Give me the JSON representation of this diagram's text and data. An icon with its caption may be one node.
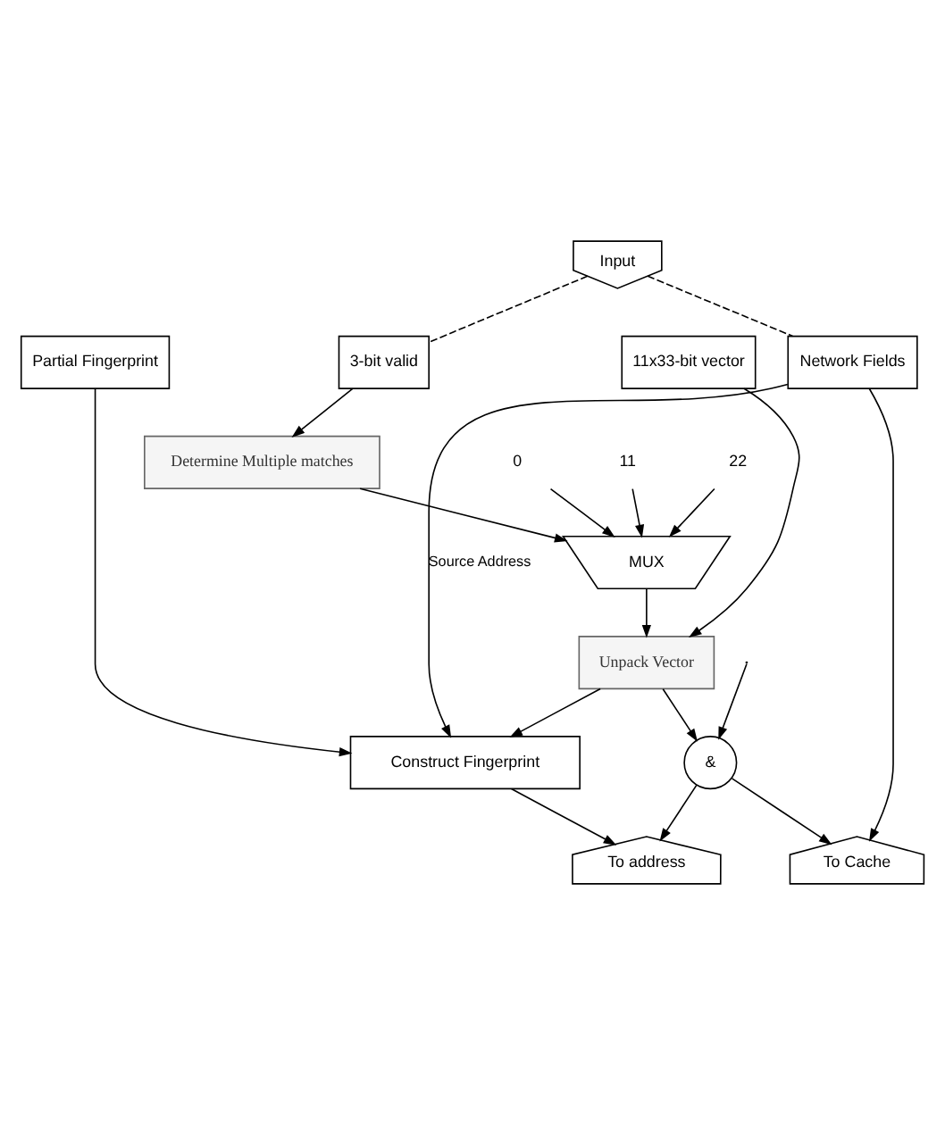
{
  "diagram": {
    "nodes": [
      {
        "text": [
          "Input"
        ]
      },
      {
        "text": [
          "Network Fields"
        ]
      },
      {
        "text": [
          "Partial Fingerprint"
        ]
      },
      {
        "text": [
          "11x33-bit vector"
        ]
      },
      {
        "text": [
          "3-bit valid"
        ]
      },
      {
        "text": [
          "Determine Multiple matches"
        ]
      },
      {
        "text": [
          "0"
        ]
      },
      {
        "text": [
          "11"
        ]
      },
      {
        "text": [
          "22"
        ]
      },
      {
        "text": [
          "MUX"
        ]
      },
      {
        "text": [
          "Unpack Vector"
        ]
      },
      {
        "text": [
          "Construct Fingerprint"
        ]
      },
      {
        "text": [
          "&"
        ]
      },
      {
        "text": [
          "To Cache"
        ]
      },
      {
        "text": [
          "To address"
        ]
      }
    ],
    "edges": [
      {
        "from": 0,
        "to": 1,
        "arrow": "none",
        "style": "dashed"
      },
      {
        "from": 0,
        "to": 4,
        "arrow": "none",
        "style": "dashed"
      },
      {
        "from": 1,
        "to": 13,
        "arrow": "to"
      },
      {
        "from": 1,
        "to": 11,
        "arrow": "to",
        "label": "Source Address"
      },
      {
        "from": 2,
        "to": 11,
        "arrow": "to"
      },
      {
        "from": 3,
        "to": 10,
        "arrow": "to"
      },
      {
        "from": 4,
        "to": 5,
        "arrow": "to"
      },
      {
        "from": 5,
        "to": 9,
        "arrow": "to"
      },
      {
        "from": 6,
        "to": 9,
        "arrow": "to"
      },
      {
        "from": 7,
        "to": 9,
        "arrow": "to"
      },
      {
        "from": 8,
        "to": 9,
        "arrow": "to"
      },
      {
        "from": 9,
        "to": 10,
        "arrow": "to"
      },
      {
        "from": 10,
        "to": 11,
        "arrow": "to"
      },
      {
        "from": 10,
        "to": 12,
        "arrow": "to"
      },
      {
        "from": null,
        "to": 12,
        "arrow": "to"
      },
      {
        "from": 11,
        "to": 14,
        "arrow": "to"
      },
      {
        "from": 12,
        "to": 13,
        "arrow": "to"
      },
      {
        "from": 12,
        "to": 14,
        "arrow": "to"
      }
    ]
  }
}
